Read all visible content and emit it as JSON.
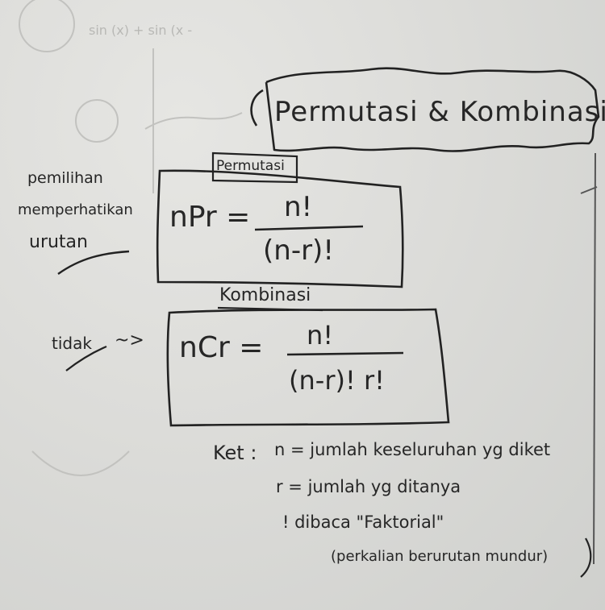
{
  "title": "Permutasi & Kombinasi",
  "permutasi": {
    "label": "Permutasi",
    "note": [
      "pemilihan",
      "memperhatikan",
      "urutan"
    ],
    "formula_lhs": "nPr =",
    "numerator": "n!",
    "denominator": "(n-r)!"
  },
  "kombinasi": {
    "label": "Kombinasi",
    "note": "tidak",
    "arrow": "~>",
    "formula_lhs": "nCr =",
    "numerator": "n!",
    "denominator": "(n-r)! r!"
  },
  "ket": {
    "label": "Ket :",
    "lines": [
      "n = jumlah keseluruhan yg diket",
      "r = jumlah yg ditanya",
      "! dibaca \"Faktorial\"",
      "(perkalian berurutan mundur)"
    ]
  },
  "faint_background_text": "sin (x) + sin (x -"
}
